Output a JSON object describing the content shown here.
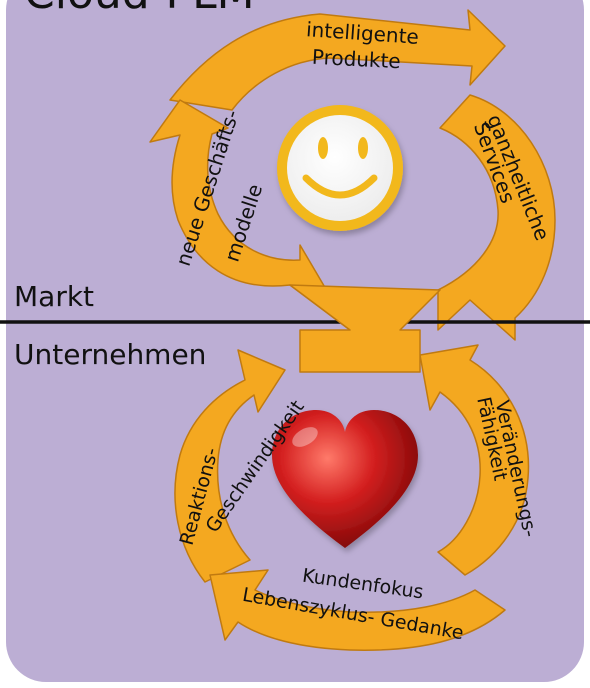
{
  "header": {
    "title": "Cloud-PLM"
  },
  "sections": {
    "top_label": "Markt",
    "bottom_label": "Unternehmen"
  },
  "top_cycle": {
    "arrow_top": [
      "intelligente",
      "Produkte"
    ],
    "arrow_right": [
      "ganzheitliche",
      "Services"
    ],
    "arrow_left": [
      "neue Geschäfts-",
      "modelle"
    ],
    "center_icon": "smiley-icon"
  },
  "bottom_cycle": {
    "arrow_left": [
      "Reaktions-",
      "Geschwindigkeit"
    ],
    "arrow_right": [
      "Veränderungs-",
      "Fähigkeit"
    ],
    "arrow_bottom": [
      "Kundenfokus",
      "Lebenszyklus- Gedanke"
    ],
    "center_icon": "heart-icon"
  },
  "colors": {
    "background": "#bcaed4",
    "arrow_fill": "#f4a820",
    "arrow_stroke": "#c07a10",
    "divider": "#111111",
    "smiley_ring": "#f2b81c",
    "heart": "#d42020"
  }
}
